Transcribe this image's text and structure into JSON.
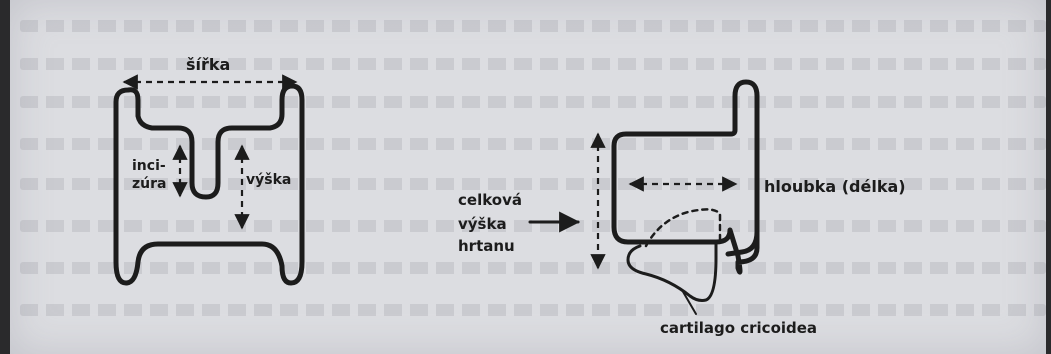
{
  "left_figure": {
    "label_width": "šířka",
    "label_incision_1": "inci-",
    "label_incision_2": "zúra",
    "label_height": "výška"
  },
  "right_figure": {
    "label_total_1": "celková",
    "label_total_2": "výška",
    "label_total_3": "hrtanu",
    "label_depth": "hloubka (délka)",
    "label_cricoid": "cartilago cricoidea"
  }
}
